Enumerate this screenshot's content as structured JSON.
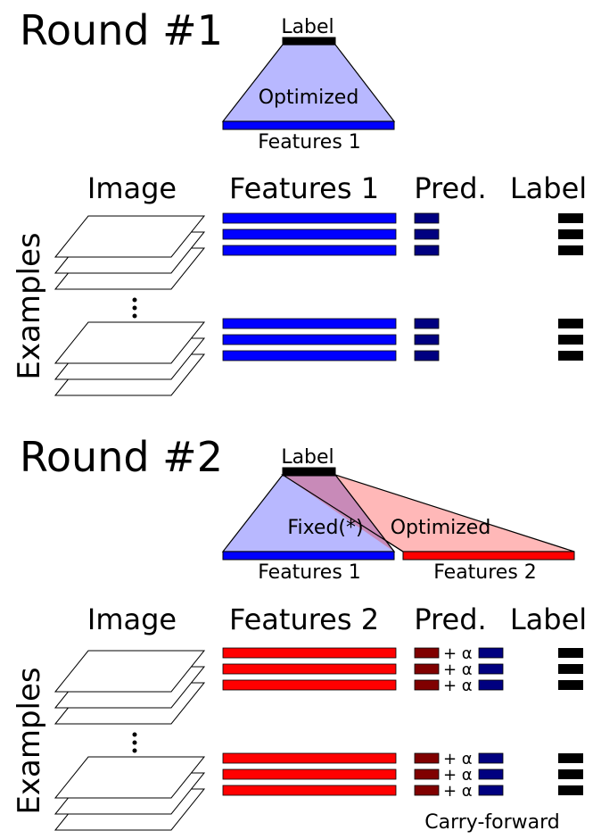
{
  "round1": {
    "title": "Round #1",
    "model": {
      "label": "Label",
      "trapezoid_text": "Optimized",
      "features_label": "Features 1"
    },
    "headers": {
      "image": "Image",
      "features": "Features 1",
      "pred": "Pred.",
      "label": "Label"
    },
    "side_label": "Examples"
  },
  "round2": {
    "title": "Round #2",
    "model": {
      "label": "Label",
      "fixed_text": "Fixed(*)",
      "optimized_text": "Optimized",
      "features1_label": "Features 1",
      "features2_label": "Features 2"
    },
    "headers": {
      "image": "Image",
      "features": "Features 2",
      "pred": "Pred.",
      "label": "Label"
    },
    "side_label": "Examples",
    "pred_operator": "+ α",
    "carry_forward": "Carry-forward"
  },
  "colors": {
    "features1": "#0000ff",
    "features2": "#ff0000",
    "pred1": "#000080",
    "pred2": "#800000",
    "label": "#000000",
    "trap_blue": "#b8b8ff",
    "trap_red": "#ffb8b8",
    "trap_overlap": "#c88ab8"
  },
  "icons": {
    "stack": "image-stack-icon",
    "ellipsis": "vertical-ellipsis-icon"
  }
}
